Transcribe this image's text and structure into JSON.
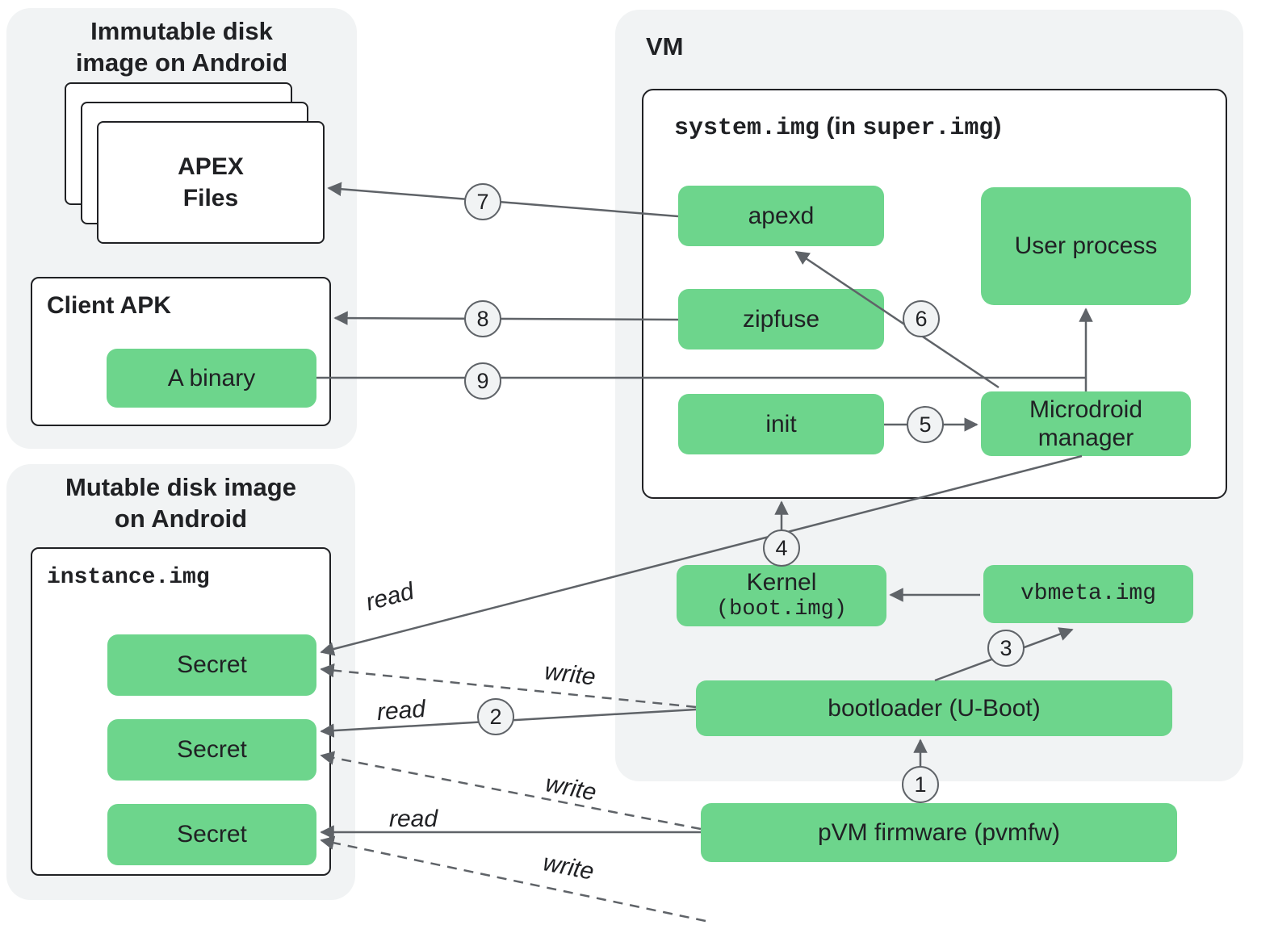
{
  "colors": {
    "node_green": "#6dd58c",
    "group_gray": "#f1f3f4",
    "arrow_gray": "#5f6368"
  },
  "immutable_group": {
    "title_line1": "Immutable disk",
    "title_line2": "image on Android",
    "apex_line1": "APEX",
    "apex_line2": "Files",
    "client_apk_label": "Client APK",
    "a_binary": "A binary"
  },
  "mutable_group": {
    "title_line1": "Mutable disk image",
    "title_line2": "on Android",
    "instance_img": "instance.img",
    "secret1": "Secret",
    "secret2": "Secret",
    "secret3": "Secret"
  },
  "vm": {
    "label": "VM",
    "system_img": {
      "title_code1": "system.img",
      "title_mid": " (in ",
      "title_code2": "super.img",
      "title_end": ")",
      "apexd": "apexd",
      "user_process": "User process",
      "zipfuse": "zipfuse",
      "init": "init",
      "microdroid_manager": "Microdroid manager"
    },
    "kernel_line1": "Kernel",
    "kernel_line2": "(boot.img)",
    "vbmeta_img": "vbmeta.img",
    "bootloader": "bootloader (U-Boot)",
    "pvm_firmware": "pVM firmware (pvmfw)"
  },
  "steps": {
    "s1": "1",
    "s2": "2",
    "s3": "3",
    "s4": "4",
    "s5": "5",
    "s6": "6",
    "s7": "7",
    "s8": "8",
    "s9": "9"
  },
  "edge_labels": {
    "read_secret1": "read",
    "read_secret2": "read",
    "read_secret3": "read",
    "write_secret1": "write",
    "write_secret2": "write",
    "write_secret3": "write"
  }
}
